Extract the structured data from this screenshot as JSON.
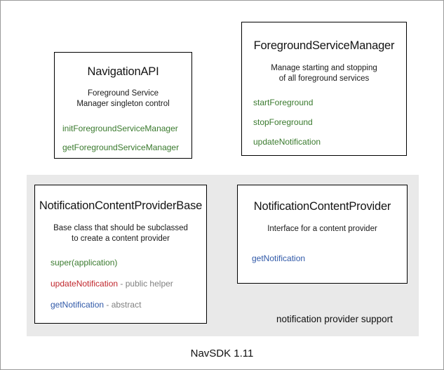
{
  "diagram": {
    "footer_version": "NavSDK 1.11",
    "panel": {
      "label": "notification provider support"
    },
    "colors": {
      "method_green": "#3a7a2e",
      "method_red": "#c0272d",
      "method_blue": "#3059a8",
      "note_gray": "#808080",
      "panel_bg": "#e9e9e9",
      "box_border": "#000000",
      "canvas_bg": "#ffffff"
    },
    "boxes": [
      {
        "id": "navigation-api",
        "title": "NavigationAPI",
        "desc_lines": [
          "Foreground Service",
          "Manager singleton control"
        ],
        "members": [
          {
            "name": "initForegroundServiceManager",
            "color": "green",
            "note": ""
          },
          {
            "name": "getForegroundServiceManager",
            "color": "green",
            "note": ""
          }
        ]
      },
      {
        "id": "foreground-service-manager",
        "title": "ForegroundServiceManager",
        "desc_lines": [
          "Manage starting and stopping",
          "of all foreground services"
        ],
        "members": [
          {
            "name": "startForeground",
            "color": "green",
            "note": ""
          },
          {
            "name": "stopForeground",
            "color": "green",
            "note": ""
          },
          {
            "name": "updateNotification",
            "color": "green",
            "note": ""
          }
        ]
      },
      {
        "id": "notification-content-provider-base",
        "title": "NotificationContentProviderBase",
        "desc_lines": [
          "Base class that should be subclassed",
          "to create a content provider"
        ],
        "members": [
          {
            "name": "super(application)",
            "color": "green",
            "note": ""
          },
          {
            "name": "updateNotification",
            "color": "red",
            "note": " - public helper"
          },
          {
            "name": "getNotification",
            "color": "blue",
            "note": " - abstract"
          }
        ]
      },
      {
        "id": "notification-content-provider",
        "title": "NotificationContentProvider",
        "desc_lines": [
          "Interface for a content provider"
        ],
        "members": [
          {
            "name": "getNotification",
            "color": "blue",
            "note": ""
          }
        ]
      }
    ]
  }
}
